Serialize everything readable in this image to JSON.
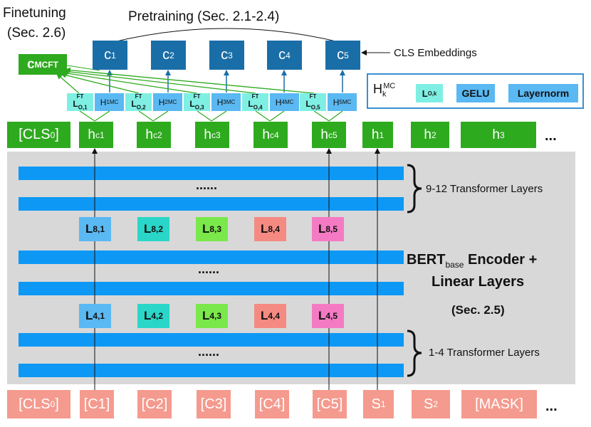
{
  "colors": {
    "green": "#2eaa1e",
    "blue": "#1a6ea8",
    "salmon": "#f59a8e",
    "bar_blue": "#0d98f5",
    "encoder_gray": "#d8d8d8",
    "cyan": "#7fefe3",
    "light_blue": "#5ab8f2"
  },
  "header": {
    "finetuning_line1": "Finetuning",
    "finetuning_line2": "(Sec. 2.6)",
    "pretraining": "Pretraining (Sec. 2.1-2.4)",
    "cls_embeddings": "CLS Embeddings"
  },
  "mcft": {
    "base": "c",
    "sup": "MCFT"
  },
  "cls_outputs": [
    {
      "base": "c",
      "sub": "1"
    },
    {
      "base": "c",
      "sub": "2"
    },
    {
      "base": "c",
      "sub": "3"
    },
    {
      "base": "c",
      "sub": "4"
    },
    {
      "base": "c",
      "sub": "5"
    }
  ],
  "heads": [
    {
      "l_sup": "FT",
      "l_base": "L",
      "l_sub": "O,1",
      "h_base": "H",
      "h_sub": "1",
      "h_sup": "MC"
    },
    {
      "l_sup": "FT",
      "l_base": "L",
      "l_sub": "O,2",
      "h_base": "H",
      "h_sub": "2",
      "h_sup": "MC"
    },
    {
      "l_sup": "FT",
      "l_base": "L",
      "l_sub": "O,3",
      "h_base": "H",
      "h_sub": "3",
      "h_sup": "MC"
    },
    {
      "l_sup": "FT",
      "l_base": "L",
      "l_sub": "O,4",
      "h_base": "H",
      "h_sub": "4",
      "h_sup": "MC"
    },
    {
      "l_sup": "FT",
      "l_base": "L",
      "l_sub": "O,5",
      "h_base": "H",
      "h_sub": "5",
      "h_sup": "MC"
    }
  ],
  "legend": {
    "h_base": "H",
    "h_sub": "k",
    "h_sup": "MC",
    "l_base": "L",
    "l_sub": "O,k",
    "gelu": "GELU",
    "layernorm": "Layernorm"
  },
  "hidden_row": {
    "cls": {
      "base": "[CLS",
      "sub": "0",
      "close": "]"
    },
    "hc": [
      {
        "base": "h",
        "sup": "c",
        "sub": "1"
      },
      {
        "base": "h",
        "sup": "c",
        "sub": "2"
      },
      {
        "base": "h",
        "sup": "c",
        "sub": "3"
      },
      {
        "base": "h",
        "sup": "c",
        "sub": "4"
      },
      {
        "base": "h",
        "sup": "c",
        "sub": "5"
      }
    ],
    "h": [
      {
        "base": "h",
        "sub": "1"
      },
      {
        "base": "h",
        "sub": "2"
      },
      {
        "base": "h",
        "sub": "3"
      }
    ],
    "ellipsis": "..."
  },
  "encoder": {
    "dots": "......",
    "top_label": "9-12 Transformer Layers",
    "bottom_label": "1-4 Transformer Layers",
    "title_line1_base": "BERT",
    "title_line1_sub": "base",
    "title_line1_rest": " Encoder +",
    "title_line2": "Linear Layers",
    "title_line3": "(Sec. 2.5)"
  },
  "linear_rows": [
    {
      "layer": "8",
      "items": [
        "1",
        "2",
        "3",
        "4",
        "5"
      ]
    },
    {
      "layer": "4",
      "items": [
        "1",
        "2",
        "3",
        "4",
        "5"
      ]
    }
  ],
  "input_row": {
    "cls": {
      "base": "[CLS",
      "sub": "0",
      "close": "]"
    },
    "candidates": [
      "[C1]",
      "[C2]",
      "[C3]",
      "[C4]",
      "[C5]"
    ],
    "s": [
      {
        "base": "S",
        "sub": "1"
      },
      {
        "base": "S",
        "sub": "2"
      }
    ],
    "mask": "[MASK]",
    "ellipsis": "..."
  }
}
